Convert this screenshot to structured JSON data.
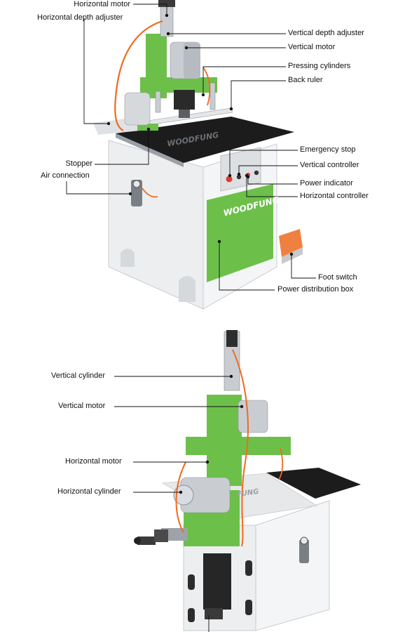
{
  "top_labels": {
    "horizontal_motor": "Horizontal motor",
    "horizontal_depth_adjuster": "Horizontal depth adjuster",
    "vertical_depth_adjuster": "Vertical depth adjuster",
    "vertical_motor": "Vertical motor",
    "pressing_cylinders": "Pressing cylinders",
    "back_ruler": "Back ruler",
    "stopper": "Stopper",
    "air_connection": "Air connection",
    "emergency_stop": "Emergency stop",
    "vertical_controller": "Vertical controller",
    "power_indicator": "Power indicator",
    "horizontal_controller": "Horizontal controller",
    "foot_switch": "Foot switch",
    "power_distribution_box": "Power distribution box"
  },
  "bottom_labels": {
    "vertical_cylinder": "Vertical cylinder",
    "vertical_motor": "Vertical motor",
    "horizontal_motor": "Horizontal motor",
    "horizontal_cylinder": "Horizontal cylinder"
  },
  "brand": {
    "cabinet_logo": "WOODFUNG",
    "table_logo": "WOODFUNG",
    "table_logo_2": "FUNG"
  },
  "colors": {
    "frame_green": "#6cc04a",
    "cabinet_white": "#eeeff1",
    "table_black": "#1c1c1c",
    "hose_orange": "#f06a1e",
    "motor_silver": "#c9cdd2"
  }
}
